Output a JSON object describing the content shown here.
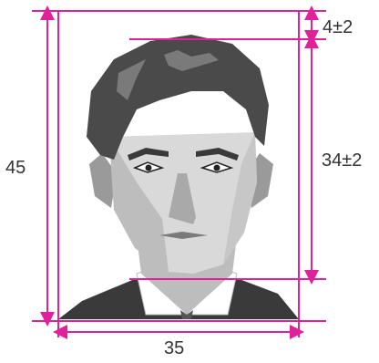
{
  "diagram": {
    "height_label": "45",
    "width_label": "35",
    "top_margin_label": "4±2",
    "head_height_label": "34±2"
  },
  "colors": {
    "guide_line": "#e0219a",
    "hair": "#4a4a4a",
    "skin_light": "#d9d9d9",
    "skin_mid": "#bdbdbd",
    "skin_dark": "#9a9a9a",
    "suit": "#3a3a3a",
    "shirt": "#ffffff",
    "label_text": "#333333"
  }
}
